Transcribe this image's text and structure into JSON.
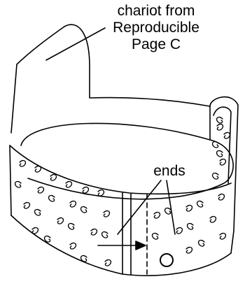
{
  "labels": {
    "caption_line1": "chariot from",
    "caption_line2": "Reproducible",
    "caption_line3": "Page C",
    "ends": "ends"
  },
  "colors": {
    "stroke": "#000000",
    "background": "#ffffff"
  }
}
